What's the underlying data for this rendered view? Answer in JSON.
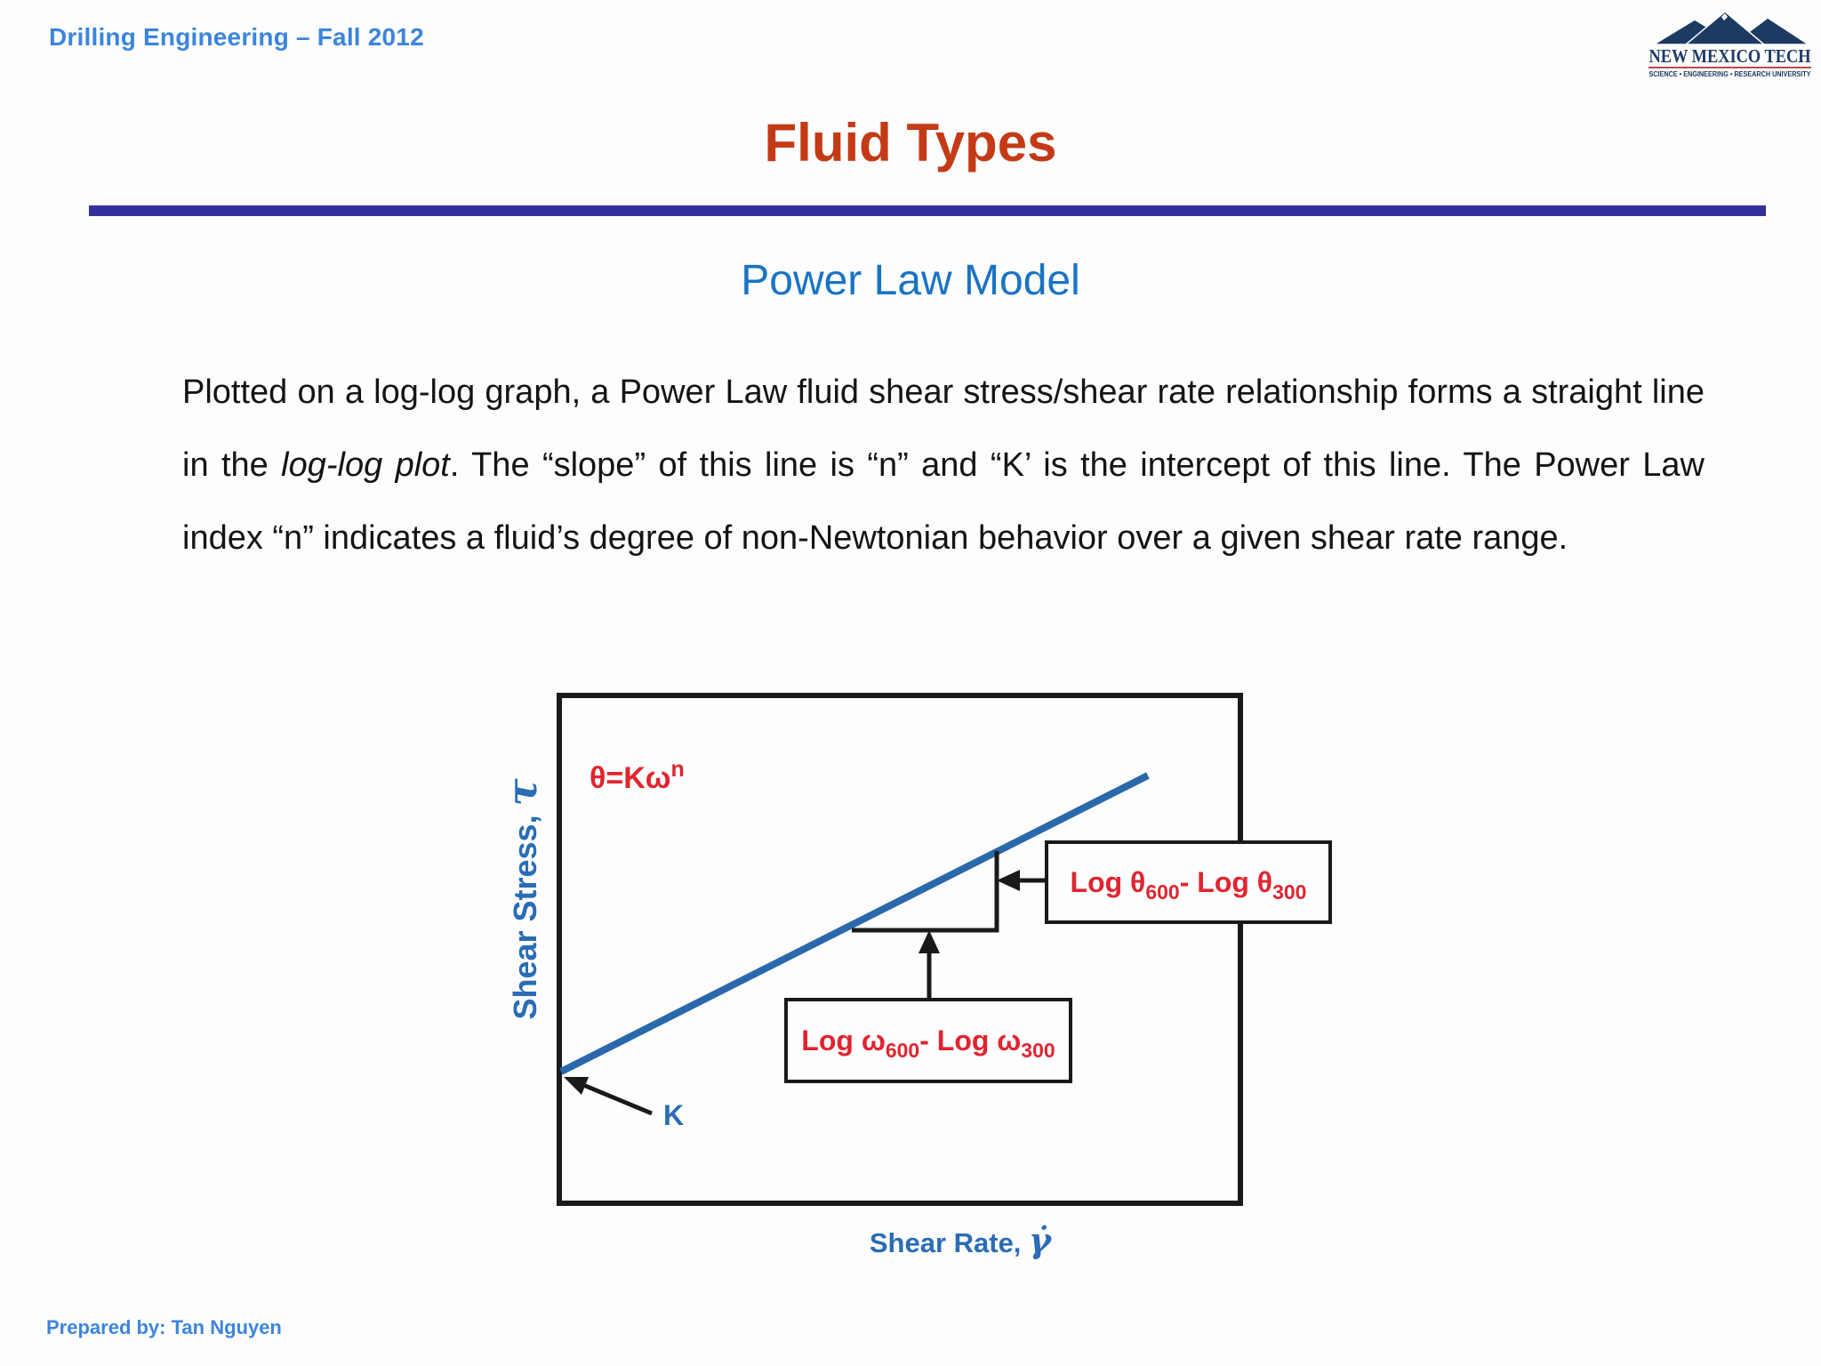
{
  "colors": {
    "header_blue": "#3c85dc",
    "title_red": "#c43a16",
    "divider_purple": "#34309b",
    "subtitle_blue": "#1873c4",
    "figure_line_blue": "#2a68ac",
    "figure_label_blue": "#2a6cb5",
    "figure_red": "#e02530",
    "logo_navy": "#1d3a63",
    "logo_red": "#b03a34"
  },
  "header": {
    "course": "Drilling Engineering – Fall 2012"
  },
  "logo": {
    "title": "NEW MEXICO TECH",
    "tagline": "SCIENCE • ENGINEERING • RESEARCH UNIVERSITY"
  },
  "slide": {
    "title": "Fluid Types",
    "subtitle": "Power Law Model",
    "body_part1": "Plotted on a log-log graph, a Power Law fluid shear stress/shear rate relationship forms a straight line in the ",
    "body_italic": "log-log plot",
    "body_part2": ". The “slope” of this line is “n” and “K’ is the intercept of this line. The Power Law index “n” indicates a fluid’s degree of non-Newtonian behavior over a given shear rate range."
  },
  "figure": {
    "equation_base": "θ=Kω",
    "equation_exponent": "n",
    "y_axis_label": "Shear Stress, ",
    "y_axis_symbol": "τ",
    "x_axis_label": "Shear Rate, ",
    "x_axis_symbol": "γ̇",
    "intercept_label": "K",
    "rise_label": {
      "p1": "Log θ",
      "sub1": "600",
      "p2": " - Log θ",
      "sub2": "300"
    },
    "run_label": {
      "p1": "Log ω",
      "sub1": "600",
      "p2": " - Log ω",
      "sub2": "300"
    }
  },
  "footer": {
    "prepared_by": "Prepared by: Tan Nguyen"
  }
}
